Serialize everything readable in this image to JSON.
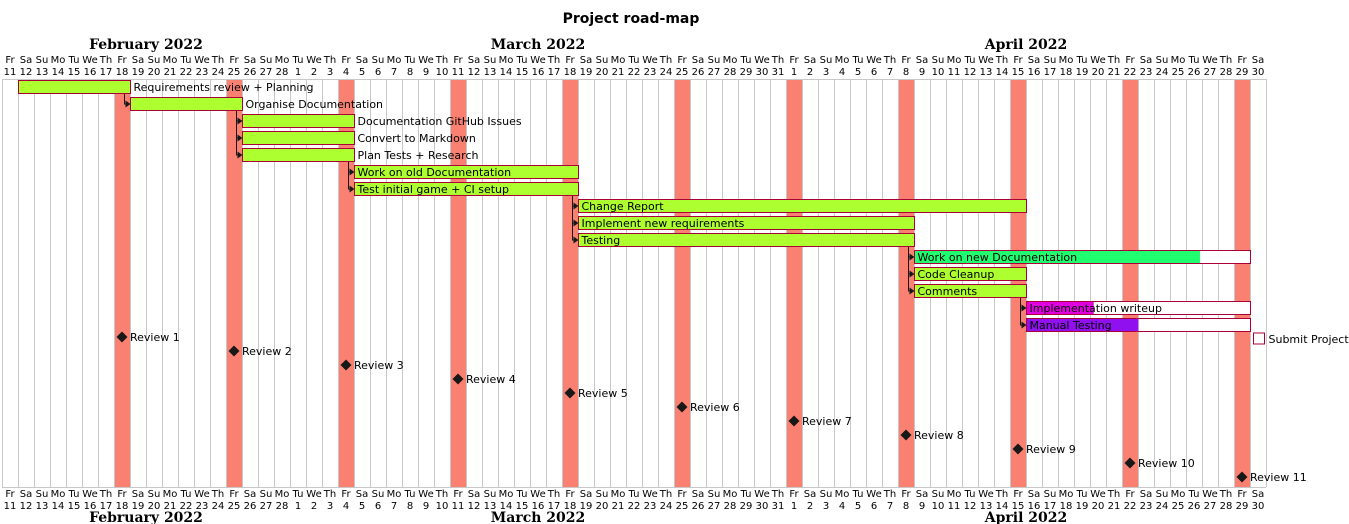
{
  "chart_data": {
    "type": "gantt",
    "title": "Project road-map",
    "start_date": "2022-02-11",
    "end_date": "2022-04-30",
    "months": [
      {
        "name": "February 2022",
        "start": "2022-02-11"
      },
      {
        "name": "March 2022",
        "start": "2022-03-01"
      },
      {
        "name": "April 2022",
        "start": "2022-04-01"
      }
    ],
    "highlighted_days": [
      "2022-02-18",
      "2022-02-25",
      "2022-03-04",
      "2022-03-11",
      "2022-03-18",
      "2022-03-25",
      "2022-04-01",
      "2022-04-08",
      "2022-04-15",
      "2022-04-22",
      "2022-04-29"
    ],
    "highlight_color": "#fa8072",
    "tasks": [
      {
        "name": "Requirements review + Planning",
        "start": "2022-02-12",
        "end": "2022-02-18",
        "complete": 100,
        "color": "#adff2f"
      },
      {
        "name": "Organise Documentation",
        "start": "2022-02-19",
        "end": "2022-02-25",
        "complete": 100,
        "color": "#adff2f"
      },
      {
        "name": "Documentation GitHub Issues",
        "start": "2022-02-26",
        "end": "2022-03-04",
        "complete": 100,
        "color": "#adff2f"
      },
      {
        "name": "Convert to Markdown",
        "start": "2022-02-26",
        "end": "2022-03-04",
        "complete": 100,
        "color": "#adff2f"
      },
      {
        "name": "Plan Tests + Research",
        "start": "2022-02-26",
        "end": "2022-03-04",
        "complete": 100,
        "color": "#adff2f"
      },
      {
        "name": "Work on old Documentation",
        "start": "2022-03-05",
        "end": "2022-03-18",
        "complete": 100,
        "color": "#adff2f",
        "label_inside": true
      },
      {
        "name": "Test initial game + CI setup",
        "start": "2022-03-05",
        "end": "2022-03-18",
        "complete": 100,
        "color": "#adff2f",
        "label_inside": true
      },
      {
        "name": "Change Report",
        "start": "2022-03-19",
        "end": "2022-04-15",
        "complete": 100,
        "color": "#adff2f",
        "label_inside": true
      },
      {
        "name": "Implement new requirements",
        "start": "2022-03-19",
        "end": "2022-04-08",
        "complete": 100,
        "color": "#adff2f",
        "label_inside": true
      },
      {
        "name": "Testing",
        "start": "2022-03-19",
        "end": "2022-04-08",
        "complete": 100,
        "color": "#adff2f",
        "label_inside": true
      },
      {
        "name": "Work on new Documentation",
        "start": "2022-04-09",
        "end": "2022-04-29",
        "complete": 85,
        "color": "#20ff70",
        "label_inside": true
      },
      {
        "name": "Code Cleanup",
        "start": "2022-04-09",
        "end": "2022-04-15",
        "complete": 100,
        "color": "#adff2f",
        "label_inside": true
      },
      {
        "name": "Comments",
        "start": "2022-04-09",
        "end": "2022-04-15",
        "complete": 100,
        "color": "#adff2f",
        "label_inside": true
      },
      {
        "name": "Implementation writeup",
        "start": "2022-04-16",
        "end": "2022-04-29",
        "complete": 30,
        "color": "#e000e0",
        "label_inside": true
      },
      {
        "name": "Manual Testing",
        "start": "2022-04-16",
        "end": "2022-04-29",
        "complete": 50,
        "color": "#9010f0",
        "label_inside": true
      }
    ],
    "dependencies": [
      {
        "from": "Requirements review + Planning",
        "to": "Organise Documentation"
      },
      {
        "from": "Organise Documentation",
        "to": "Documentation GitHub Issues"
      },
      {
        "from": "Organise Documentation",
        "to": "Convert to Markdown"
      },
      {
        "from": "Organise Documentation",
        "to": "Plan Tests + Research"
      },
      {
        "from": "Plan Tests + Research",
        "to": "Work on old Documentation"
      },
      {
        "from": "Plan Tests + Research",
        "to": "Test initial game + CI setup"
      },
      {
        "from": "Test initial game + CI setup",
        "to": "Change Report"
      },
      {
        "from": "Test initial game + CI setup",
        "to": "Implement new requirements"
      },
      {
        "from": "Test initial game + CI setup",
        "to": "Testing"
      },
      {
        "from": "Testing",
        "to": "Work on new Documentation"
      },
      {
        "from": "Testing",
        "to": "Code Cleanup"
      },
      {
        "from": "Testing",
        "to": "Comments"
      },
      {
        "from": "Comments",
        "to": "Implementation writeup"
      },
      {
        "from": "Comments",
        "to": "Manual Testing"
      }
    ],
    "submit": {
      "name": "Submit Project",
      "date": "2022-04-30"
    },
    "milestones": [
      {
        "name": "Review 1",
        "date": "2022-02-18"
      },
      {
        "name": "Review 2",
        "date": "2022-02-25"
      },
      {
        "name": "Review 3",
        "date": "2022-03-04"
      },
      {
        "name": "Review 4",
        "date": "2022-03-11"
      },
      {
        "name": "Review 5",
        "date": "2022-03-18"
      },
      {
        "name": "Review 6",
        "date": "2022-03-25"
      },
      {
        "name": "Review 7",
        "date": "2022-04-01"
      },
      {
        "name": "Review 8",
        "date": "2022-04-08"
      },
      {
        "name": "Review 9",
        "date": "2022-04-15"
      },
      {
        "name": "Review 10",
        "date": "2022-04-22"
      },
      {
        "name": "Review 11",
        "date": "2022-04-29"
      }
    ],
    "day_names": [
      "Su",
      "Mo",
      "Tu",
      "We",
      "Th",
      "Fr",
      "Sa"
    ]
  }
}
